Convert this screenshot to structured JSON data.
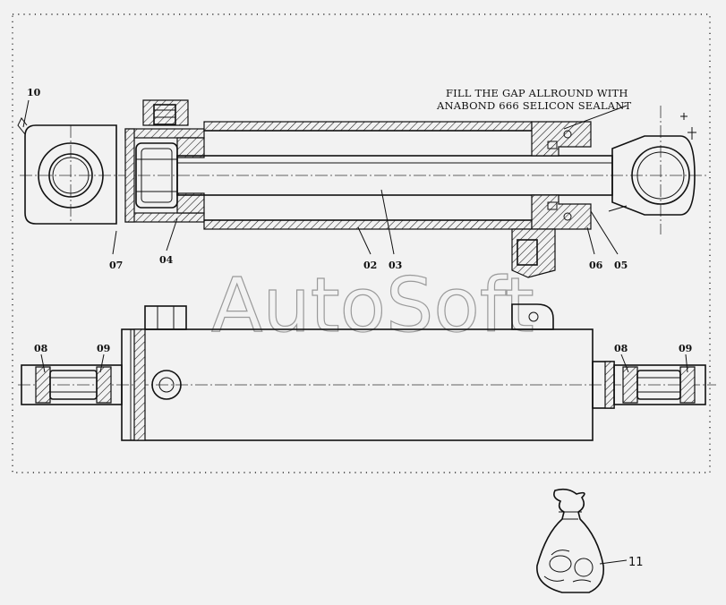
{
  "watermark": "AutoSoft",
  "note": {
    "line1": "FILL THE GAP ALLROUND WITH",
    "line2": "ANABOND 666 SELICON SEALANT"
  },
  "callouts": {
    "c10": "10",
    "c07": "07",
    "c04": "04",
    "c02": "02",
    "c03": "03",
    "c06": "06",
    "c05": "05",
    "c08_left": "08",
    "c09_left": "09",
    "c08_right": "08",
    "c09_right": "09",
    "c11": "11"
  }
}
